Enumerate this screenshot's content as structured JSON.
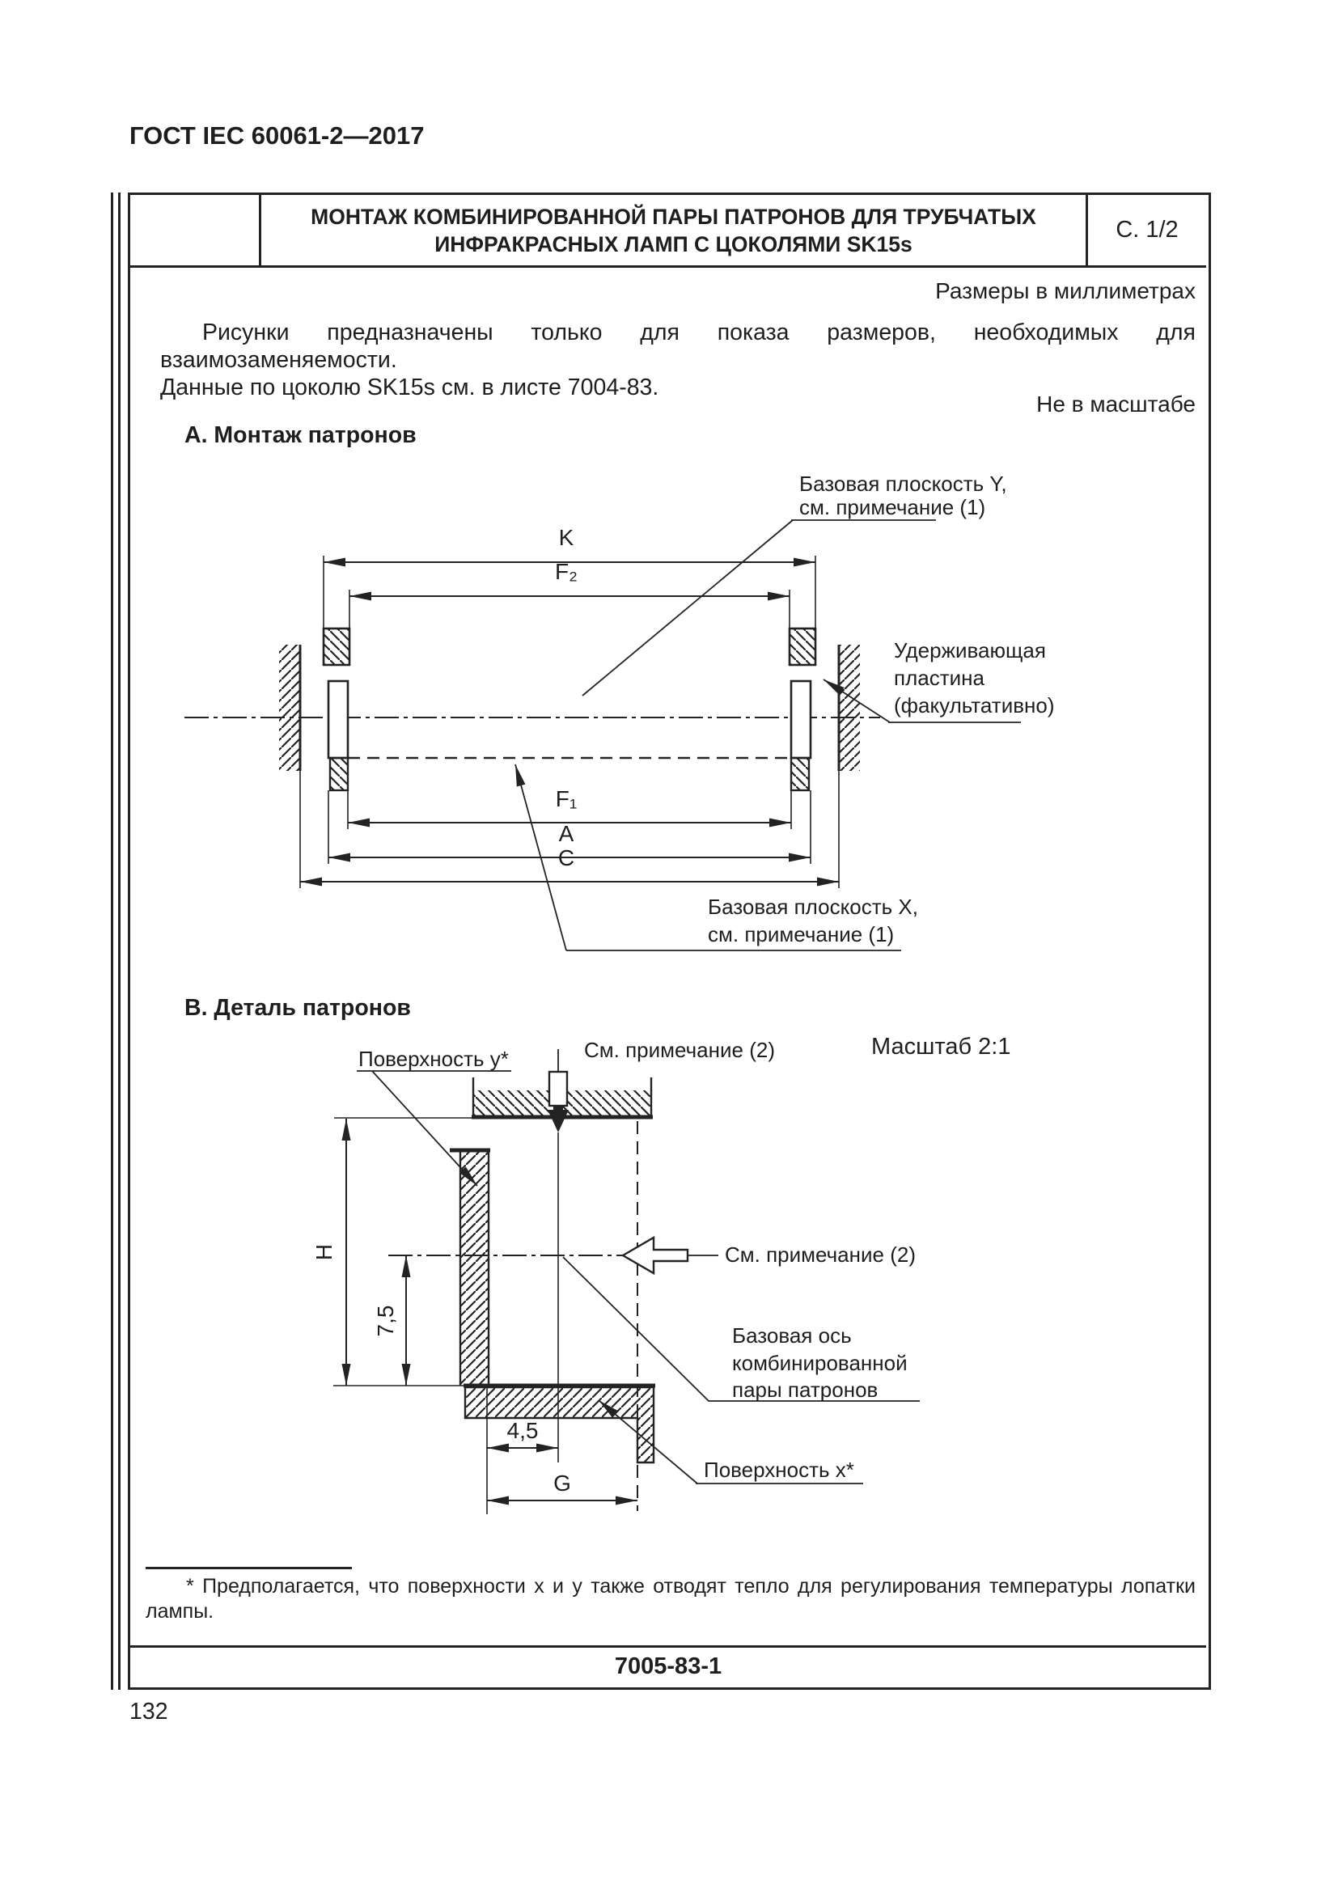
{
  "page": {
    "header": "ГОСТ IEC 60061-2—2017",
    "number": "132"
  },
  "title_block": {
    "title_line1": "МОНТАЖ КОМБИНИРОВАННОЙ ПАРЫ ПАТРОНОВ ДЛЯ ТРУБЧАТЫХ",
    "title_line2": "ИНФРАКРАСНЫХ ЛАМП С ЦОКОЛЯМИ SK15s",
    "sheet": "С. 1/2"
  },
  "notes": {
    "units": "Размеры в миллиметрах",
    "intro_line1": "Рисунки предназначены только для показа размеров, необходимых для взаимозаменяемости.",
    "intro_line2": "Данные по цоколю SK15s см. в листе 7004-83.",
    "not_to_scale": "Не в масштабе"
  },
  "section_a": {
    "heading": "А. Монтаж патронов",
    "dims": {
      "k": "K",
      "f2": "F₂",
      "f1": "F₁",
      "a": "A",
      "c": "C"
    },
    "labels": {
      "plane_y1": "Базовая плоскость Y,",
      "plane_y2": "см. примечание (1)",
      "retain1": "Удерживающая",
      "retain2": "пластина",
      "retain3": "(факультативно)",
      "plane_x1": "Базовая плоскость X,",
      "plane_x2": "см. примечание (1)"
    }
  },
  "section_b": {
    "heading": "В. Деталь патронов",
    "scale": "Масштаб 2:1",
    "dims": {
      "h": "H",
      "d75": "7,5",
      "d45": "4,5",
      "g": "G"
    },
    "labels": {
      "surface_y": "Поверхность y*",
      "note2_top": "См. примечание (2)",
      "note2_mid": "См. примечание (2)",
      "axis1": "Базовая ось",
      "axis2": "комбинированной",
      "axis3": "пары патронов",
      "surface_x": "Поверхность x*"
    }
  },
  "footnote": {
    "line1": "* Предполагается, что поверхности x и y также отводят тепло для регулирования температуры лопатки",
    "line2": "лампы."
  },
  "footer": {
    "doc_number": "7005-83-1"
  }
}
